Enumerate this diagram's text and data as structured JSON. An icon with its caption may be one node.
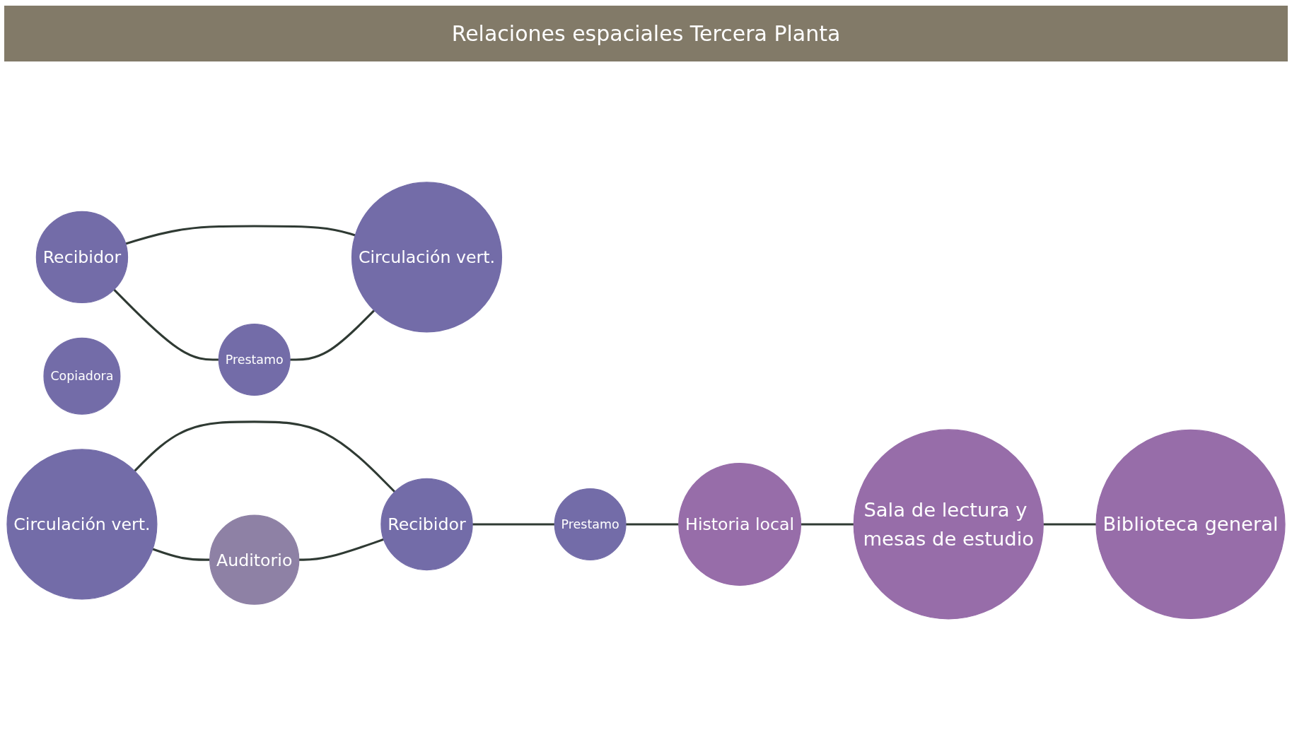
{
  "diagram": {
    "title": "Relaciones espaciales Tercera Planta",
    "nodes": [
      {
        "text": [
          "Recibidor"
        ]
      },
      {
        "text": [
          "Circulación vert."
        ]
      },
      {
        "text": [
          "Prestamo"
        ]
      },
      {
        "text": [
          "Copiadora"
        ]
      },
      {
        "text": [
          "Biblioteca general"
        ]
      },
      {
        "text": [
          "Sala de lectura y mesas de estudio"
        ]
      },
      {
        "text": [
          "Auditorio"
        ]
      },
      {
        "text": [
          "Circulación vert."
        ]
      },
      {
        "text": [
          "Historia local"
        ]
      },
      {
        "text": [
          "Prestamo"
        ]
      },
      {
        "text": [
          "Recibidor"
        ]
      }
    ],
    "edges": [
      {
        "from": 0,
        "to": 1,
        "arrow": "none"
      },
      {
        "from": 0,
        "to": 2,
        "arrow": "none"
      },
      {
        "from": 2,
        "to": 1,
        "arrow": "none"
      },
      {
        "from": 5,
        "to": 4,
        "arrow": "none"
      },
      {
        "from": 7,
        "to": 6,
        "arrow": "none"
      },
      {
        "from": 7,
        "to": 10,
        "arrow": "none"
      },
      {
        "from": 6,
        "to": 10,
        "arrow": "none"
      },
      {
        "from": 10,
        "to": 9,
        "arrow": "none"
      },
      {
        "from": 9,
        "to": 8,
        "arrow": "none"
      },
      {
        "from": 8,
        "to": 5,
        "arrow": "none"
      }
    ]
  }
}
